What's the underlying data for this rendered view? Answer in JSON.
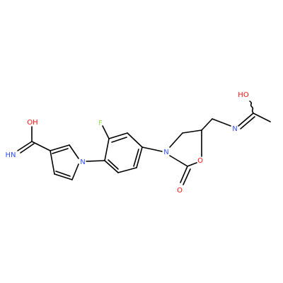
{
  "colors": {
    "background": "#ffffff",
    "bond": "#000000",
    "O": "#ff0d0d",
    "N": "#3050f8",
    "F": "#90e050"
  },
  "atoms": [
    {
      "id": "oh-amide",
      "text": "OH",
      "element": "O"
    },
    {
      "id": "imine-n",
      "text": "HN",
      "element": "N"
    },
    {
      "id": "pyrrole-n",
      "text": "N",
      "element": "N"
    },
    {
      "id": "fluorine",
      "text": "F",
      "element": "F"
    },
    {
      "id": "oxazolidinone-n",
      "text": "N",
      "element": "N"
    },
    {
      "id": "ring-o",
      "text": "O",
      "element": "O"
    },
    {
      "id": "carbonyl-o",
      "text": "O",
      "element": "O"
    },
    {
      "id": "amide-n",
      "text": "N",
      "element": "N"
    },
    {
      "id": "oh-acetyl",
      "text": "HO",
      "element": "O"
    }
  ]
}
